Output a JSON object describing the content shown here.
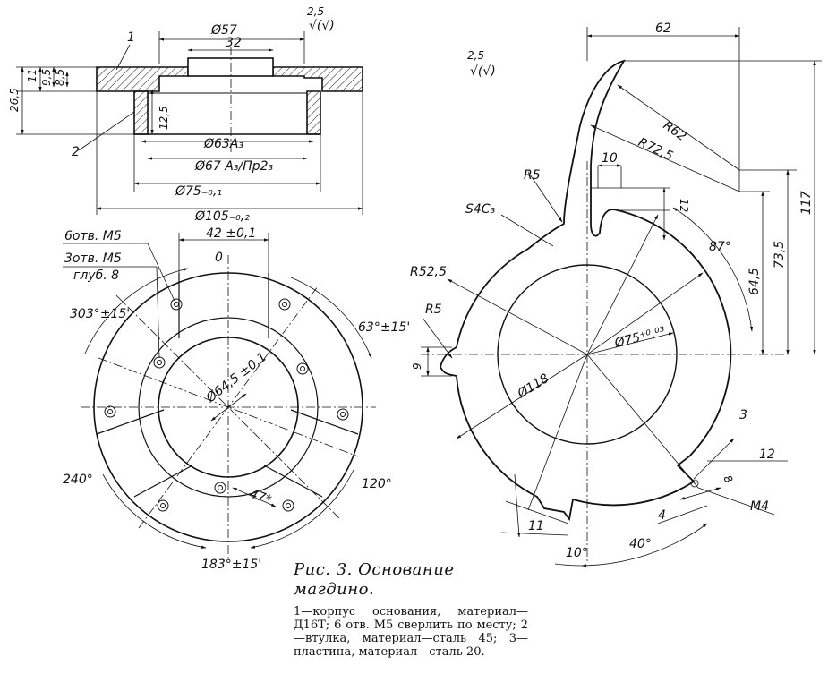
{
  "caption": {
    "title": "Рис. 3. Основание магдино.",
    "body": "1—корпус основания, материал—Д16Т; 6 отв. М5 сверлить по месту; 2—втулка, материал—сталь 45; 3—пластина, материал—сталь 20."
  },
  "section_view": {
    "roughness": "2,5",
    "roughness_note": "√(√)",
    "part1": "1",
    "part2": "2",
    "d57": "Ø57",
    "d32": "32",
    "h11": "11",
    "h9_5": "9,5",
    "h8_5": "8,5",
    "h26_5": "26,5",
    "h12_5": "12,5",
    "d63": "Ø63A₃",
    "d67": "Ø67 A₃/Пр2₃",
    "d75": "Ø75₋₀,₁",
    "d105": "Ø105₋₀,₂"
  },
  "plan_view": {
    "holes_m5_6": "6отв. М5",
    "holes_m5_3": "3отв. М5",
    "depth": "глуб. 8",
    "dim42": "42 ±0,1",
    "zero": "0",
    "a303": "303°±15'",
    "a63": "63°±15'",
    "d64": "Ø64,5 ±0,1",
    "a240": "240°",
    "a120": "120°",
    "dim47": "47*",
    "a183": "183°±15'"
  },
  "plate_view": {
    "roughness": "2,5",
    "roughness_note": "√(√)",
    "dim62": "62",
    "r62": "R62",
    "r72": "R72,5",
    "dim10": "10",
    "r5_top": "R5",
    "dim12_top": "12",
    "s4": "S4C₃",
    "a87": "87°",
    "r52": "R52,5",
    "r5_left": "R5",
    "dim9": "9",
    "d75": "Ø75⁺⁰,⁰³",
    "d118": "Ø118",
    "h117": "117",
    "h73": "73,5",
    "h64": "64,5",
    "part3": "3",
    "dim12_bot": "12",
    "dim8": "8",
    "m4": "M4",
    "dim4": "4",
    "dim11": "11",
    "a10": "10°",
    "a40": "40°"
  }
}
